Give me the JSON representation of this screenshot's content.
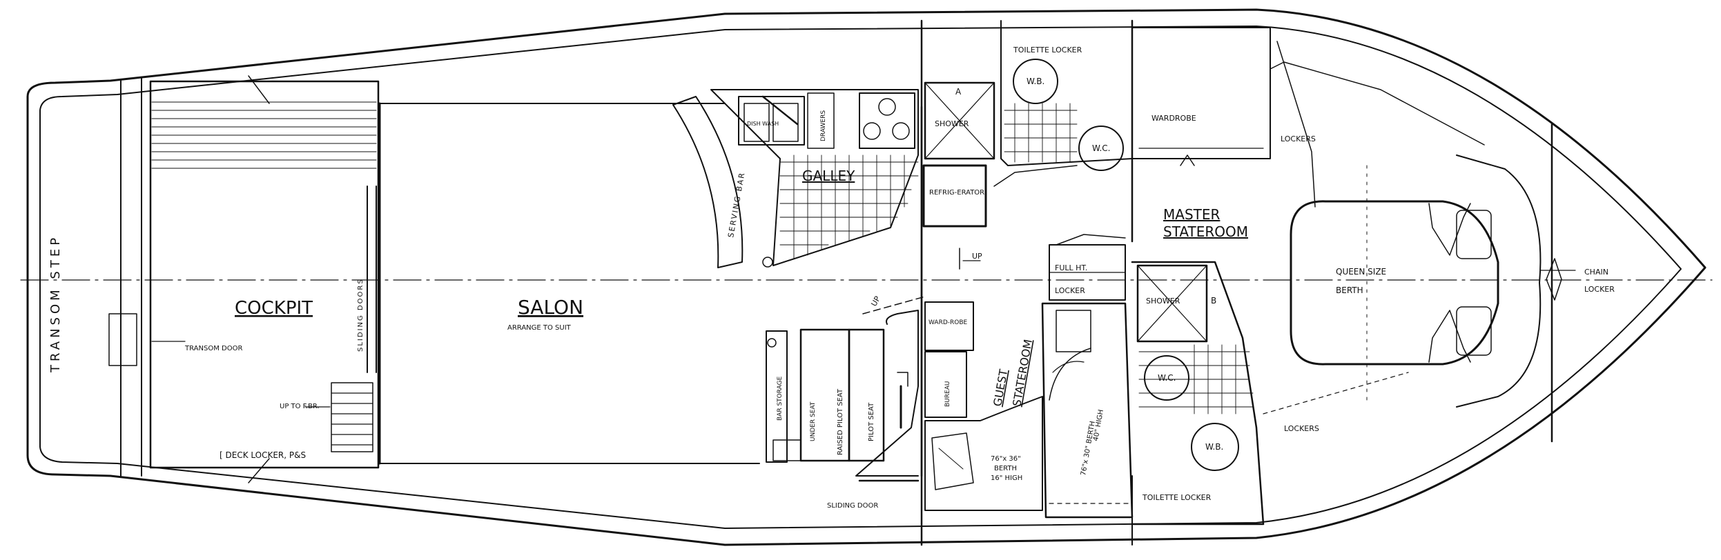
{
  "labels": {
    "transom_step": "TRANSOM STEP",
    "transom_door": "TRANSOM DOOR",
    "cockpit": "COCKPIT",
    "sliding_doors": "SLIDING DOORS",
    "up_to_fbr": "UP TO F.BR.",
    "deck_locker": "[ DECK LOCKER, P&S",
    "salon": "SALON",
    "arrange_to_suit": "ARRANGE TO SUIT",
    "serving_bar": "SERVING BAR",
    "galley": "GALLEY",
    "refrigerator": "REFRIG-ERATOR",
    "dish_wash": "DISH WASH",
    "drawers": "DRAWERS",
    "shower_port": "SHOWER",
    "toilette_locker_top": "TOILETTE LOCKER",
    "wb_top": "W.B.",
    "wc_top": "W.C.",
    "wardrobe": "WARDROBE",
    "lockers_top": "LOCKERS",
    "up_arrow_1": "UP",
    "up_arrow_2": "UP",
    "full_ht_locker_1": "FULL HT.",
    "full_ht_locker_2": "LOCKER",
    "master_stateroom_1": "MASTER",
    "master_stateroom_2": "STATEROOM",
    "queen_size_berth_1": "QUEEN SIZE",
    "queen_size_berth_2": "BERTH",
    "chain_locker_1": "CHAIN",
    "chain_locker_2": "LOCKER",
    "bar_storage": "BAR STORAGE",
    "under_seat": "UNDER SEAT",
    "raised_pilot_seat": "RAISED PILOT SEAT",
    "pilot_seat": "PILOT SEAT",
    "sliding_door": "SLIDING DOOR",
    "wardrobe_small": "WARD-ROBE",
    "bureau": "BUREAU",
    "guest_stateroom_1": "GUEST",
    "guest_stateroom_2": "STATEROOM",
    "berth_lower_1": "76\"x 36\"",
    "berth_lower_2": "BERTH",
    "berth_lower_3": "16\" HIGH",
    "berth_upper_1": "76\"x 30\" BERTH",
    "berth_upper_2": "40\" HIGH",
    "shower_stbd": "SHOWER",
    "wc_bottom": "W.C.",
    "wb_bottom": "W.B.",
    "lockers_bottom": "LOCKERS",
    "toilette_locker_bottom": "TOILETTE LOCKER",
    "letter_a": "A",
    "letter_b": "B"
  },
  "colors": {
    "ink": "#111111",
    "paper": "#ffffff"
  }
}
